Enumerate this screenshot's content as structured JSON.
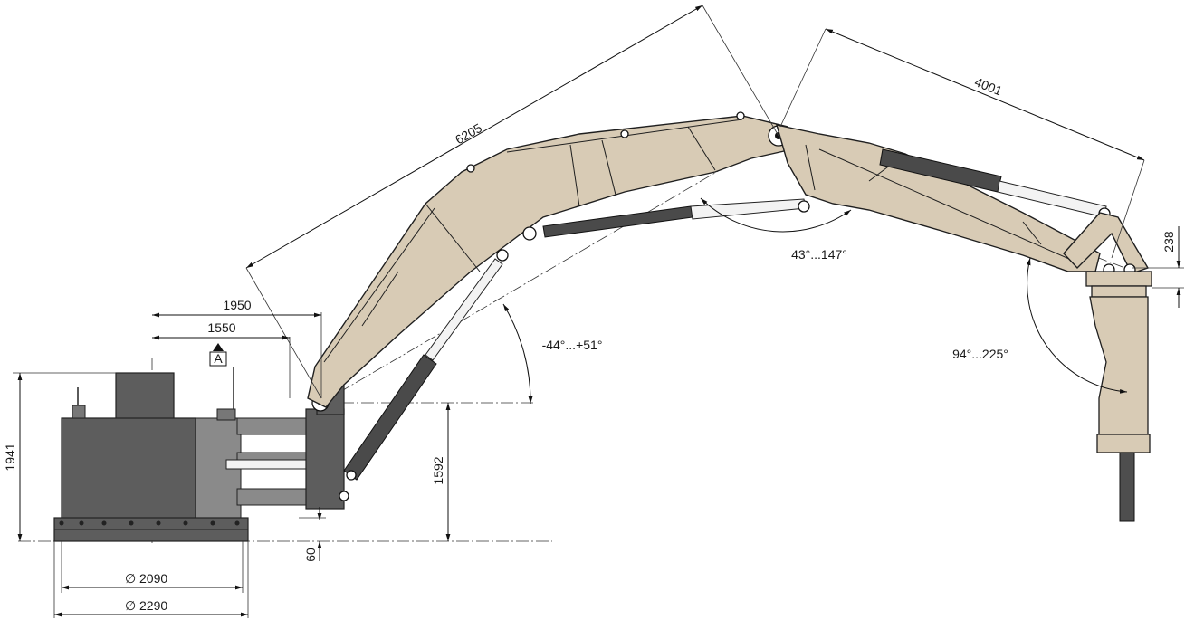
{
  "dimensions": {
    "boom_length": "6205",
    "stick_length": "4001",
    "pivot_offset_outer": "1950",
    "pivot_offset_inner": "1550",
    "total_height": "1941",
    "pivot_height": "1592",
    "base_plate": "60",
    "hammer_offset": "238",
    "bolt_circle": "2090",
    "base_diameter": "2290"
  },
  "angles": {
    "boom_range": "-44°...+51°",
    "stick_range": "43°...147°",
    "hammer_range": "94°...225°"
  },
  "labels": {
    "section_marker": "A",
    "diameter_symbol": "∅"
  },
  "colors": {
    "boom": "#d8cbb5",
    "base": "#5d5d5d",
    "cylinder": "#4a4a4a"
  }
}
